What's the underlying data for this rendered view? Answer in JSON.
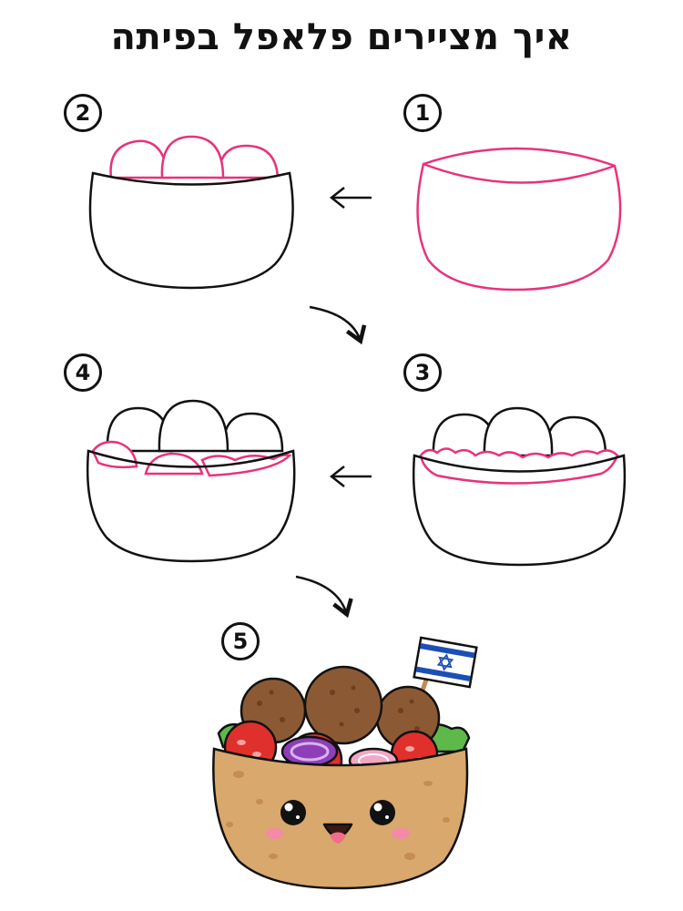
{
  "title": "איך מציירים פלאפל בפיתה",
  "steps": [
    {
      "number": "1"
    },
    {
      "number": "2"
    },
    {
      "number": "3"
    },
    {
      "number": "4"
    },
    {
      "number": "5"
    }
  ],
  "colors": {
    "outline": "#111111",
    "highlight": "#e8327c",
    "pita": "#d9a86c",
    "falafel": "#8b5a34",
    "tomato": "#e0302c",
    "onion": "#8e3fb8",
    "lettuce": "#5fb84a",
    "flag_blue": "#1c4fb5"
  }
}
